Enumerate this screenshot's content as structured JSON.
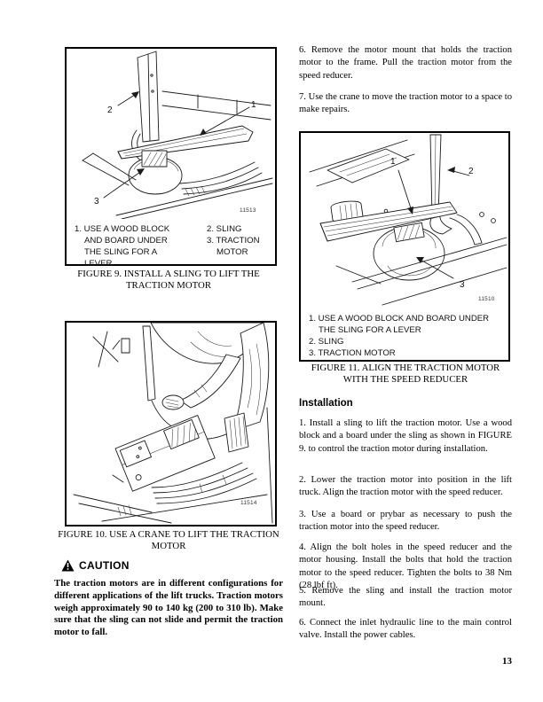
{
  "page": {
    "number": "13"
  },
  "right_column_top": {
    "step_6": "6. Remove the motor mount that holds the traction motor to the frame. Pull the traction motor from the speed reducer.",
    "step_7": "7. Use the crane to move the traction motor to a space to make repairs."
  },
  "figure_9": {
    "callout_1": "1",
    "callout_2": "2",
    "callout_3": "3",
    "image_number": "11513",
    "legend_col_1": [
      "1. USE A WOOD BLOCK",
      "AND BOARD UNDER",
      "THE SLING FOR A",
      "LEVER"
    ],
    "legend_col_2": [
      "2. SLING",
      "3. TRACTION",
      "MOTOR"
    ],
    "caption": "FIGURE 9. INSTALL A SLING TO LIFT THE TRACTION MOTOR"
  },
  "figure_10": {
    "image_number": "11514",
    "caption": "FIGURE 10. USE A CRANE TO LIFT THE TRACTION MOTOR"
  },
  "figure_11": {
    "callout_1": "1",
    "callout_2": "2",
    "callout_3": "3",
    "image_number": "11510",
    "legend_line_1": "1. USE A WOOD BLOCK AND BOARD UNDER",
    "legend_line_2": "THE SLING FOR A LEVER",
    "legend_line_3": "2. SLING",
    "legend_line_4": "3. TRACTION MOTOR",
    "caption": "FIGURE 11. ALIGN THE TRACTION MOTOR WITH THE SPEED REDUCER"
  },
  "caution": {
    "label": "CAUTION",
    "text": "The traction motors are in different configurations for different applications of the lift trucks. Traction motors weigh approximately 90 to 140 kg (200 to 310 lb). Make sure that the sling can not slide and permit the traction motor to fall."
  },
  "installation": {
    "heading": "Installation",
    "steps": [
      "1. Install a sling to lift the traction motor. Use a wood block and a board under the sling as shown in FIGURE 9. to control the traction motor during installation.",
      "2. Lower the traction motor into position in the lift truck. Align the traction motor with the speed reducer.",
      "3. Use a board or prybar as necessary to push the traction motor into the speed reducer.",
      "4. Align the bolt holes in the speed reducer and the motor housing. Install the bolts that hold the traction motor to the speed reducer. Tighten the bolts to 38 Nm (28 lbf ft).",
      "5. Remove the sling and install the traction motor mount.",
      "6. Connect the inlet hydraulic line to the main control valve. Install the power cables."
    ]
  }
}
